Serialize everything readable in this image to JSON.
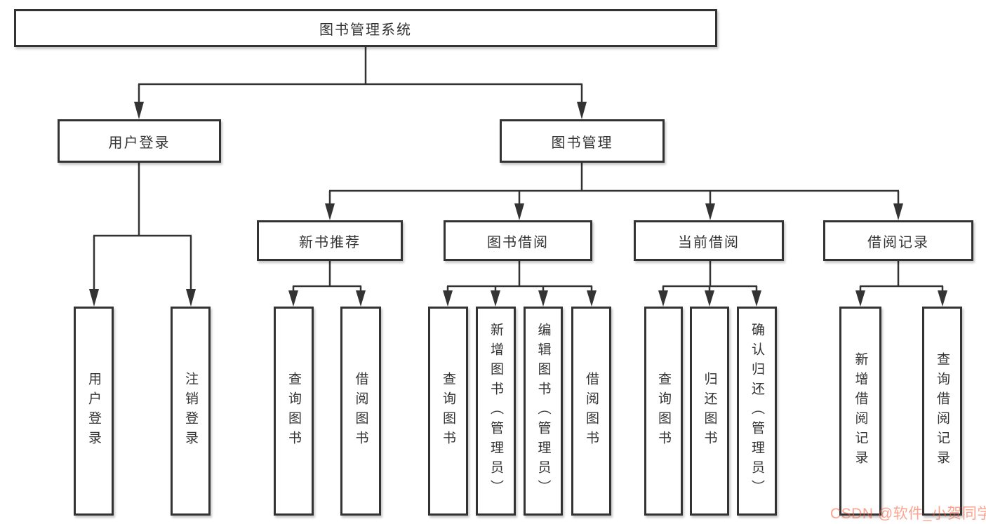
{
  "diagram_title": "图书管理系统",
  "tree": {
    "label": "图书管理系统",
    "children": [
      {
        "label": "用户登录",
        "children": [
          {
            "label": "用户登录"
          },
          {
            "label": "注销登录"
          }
        ]
      },
      {
        "label": "图书管理",
        "children": [
          {
            "label": "新书推荐",
            "children": [
              {
                "label": "查询图书"
              },
              {
                "label": "借阅图书"
              }
            ]
          },
          {
            "label": "图书借阅",
            "children": [
              {
                "label": "查询图书"
              },
              {
                "label": "新增图书（管理员）"
              },
              {
                "label": "编辑图书（管理员）"
              },
              {
                "label": "借阅图书"
              }
            ]
          },
          {
            "label": "当前借阅",
            "children": [
              {
                "label": "查询图书"
              },
              {
                "label": "归还图书"
              },
              {
                "label": "确认归还（管理员）"
              }
            ]
          },
          {
            "label": "借阅记录",
            "children": [
              {
                "label": "新增借阅记录"
              },
              {
                "label": "查询借阅记录"
              }
            ]
          }
        ]
      }
    ]
  },
  "watermark": {
    "text": "CSDN @软件_小贺同学",
    "color": "#fc5531"
  },
  "colors": {
    "line": "#333333",
    "border": "#333333",
    "text": "#333333",
    "background": "#ffffff"
  }
}
